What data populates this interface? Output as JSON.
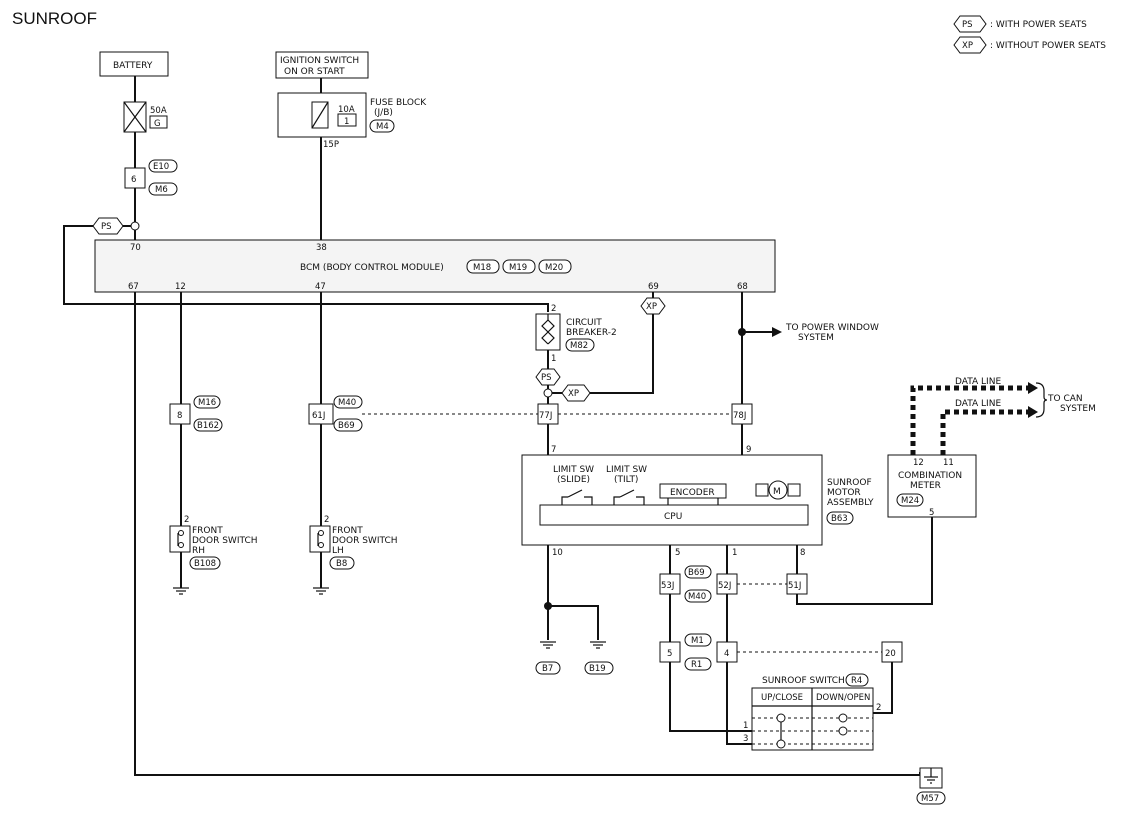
{
  "title": "SUNROOF",
  "legend": {
    "ps_tag": "PS",
    "ps_text": ": WITH POWER SEATS",
    "xp_tag": "XP",
    "xp_text": ": WITHOUT POWER SEATS"
  },
  "battery": "BATTERY",
  "fuse_50a": {
    "amp": "50A",
    "code": "G"
  },
  "conn_e10": "E10",
  "conn_m6": "M6",
  "pin_6": "6",
  "ignition": {
    "line1": "IGNITION SWITCH",
    "line2": "ON OR START"
  },
  "fuse_block": {
    "amp": "10A",
    "num": "1",
    "line1": "FUSE BLOCK",
    "line2": "(J/B)",
    "conn": "M4",
    "pin": "15P"
  },
  "bcm": {
    "label": "BCM (BODY CONTROL MODULE)",
    "conn1": "M18",
    "conn2": "M19",
    "conn3": "M20",
    "pins": {
      "p70": "70",
      "p38": "38",
      "p67": "67",
      "p12": "12",
      "p47": "47",
      "p69": "69",
      "p68": "68"
    }
  },
  "tag_ps": "PS",
  "tag_xp": "XP",
  "breaker": {
    "line1": "CIRCUIT",
    "line2": "BREAKER-2",
    "conn": "M82",
    "pin_top": "2",
    "pin_bot": "1"
  },
  "to_power_window": {
    "line1": "TO POWER WINDOW",
    "line2": "SYSTEM"
  },
  "conn_rh": {
    "pin": "8",
    "top": "M16",
    "bot": "B162"
  },
  "conn_lh": {
    "pin": "61J",
    "top": "M40",
    "bot": "B69"
  },
  "pin_77j": "77J",
  "pin_78j": "78J",
  "door_rh": {
    "pin": "2",
    "line1": "FRONT",
    "line2": "DOOR SWITCH",
    "line3": "RH",
    "conn": "B108"
  },
  "door_lh": {
    "pin": "2",
    "line1": "FRONT",
    "line2": "DOOR SWITCH",
    "line3": "LH",
    "conn": "B8"
  },
  "motor": {
    "pin_in1": "7",
    "pin_in2": "9",
    "limit_slide": {
      "line1": "LIMIT SW",
      "line2": "(SLIDE)"
    },
    "limit_tilt": {
      "line1": "LIMIT SW",
      "line2": "(TILT)"
    },
    "encoder": "ENCODER",
    "m": "M",
    "cpu": "CPU",
    "line1": "SUNROOF",
    "line2": "MOTOR",
    "line3": "ASSEMBLY",
    "conn": "B63",
    "pin_10": "10",
    "pin_5": "5",
    "pin_1": "1",
    "pin_8": "8"
  },
  "combo": {
    "line1": "COMBINATION",
    "line2": "METER",
    "conn": "M24",
    "pin_12": "12",
    "pin_11": "11",
    "pin_5": "5"
  },
  "data_line1": "DATA LINE",
  "data_line2": "DATA LINE",
  "to_can": {
    "line1": "TO CAN",
    "line2": "SYSTEM"
  },
  "mid_conn": {
    "p53j": "53J",
    "p52j": "52J",
    "p51j": "51J",
    "top": "B69",
    "bot": "M40"
  },
  "low_conn": {
    "p5": "5",
    "p4": "4",
    "p20": "20",
    "top": "M1",
    "bot": "R1"
  },
  "switch": {
    "label": "SUNROOF SWITCH",
    "conn": "R4",
    "up": "UP/CLOSE",
    "down": "DOWN/OPEN",
    "pin1": "1",
    "pin3": "3",
    "pin2": "2"
  },
  "ground_b7": "B7",
  "ground_b19": "B19",
  "ground_m57": "M57"
}
